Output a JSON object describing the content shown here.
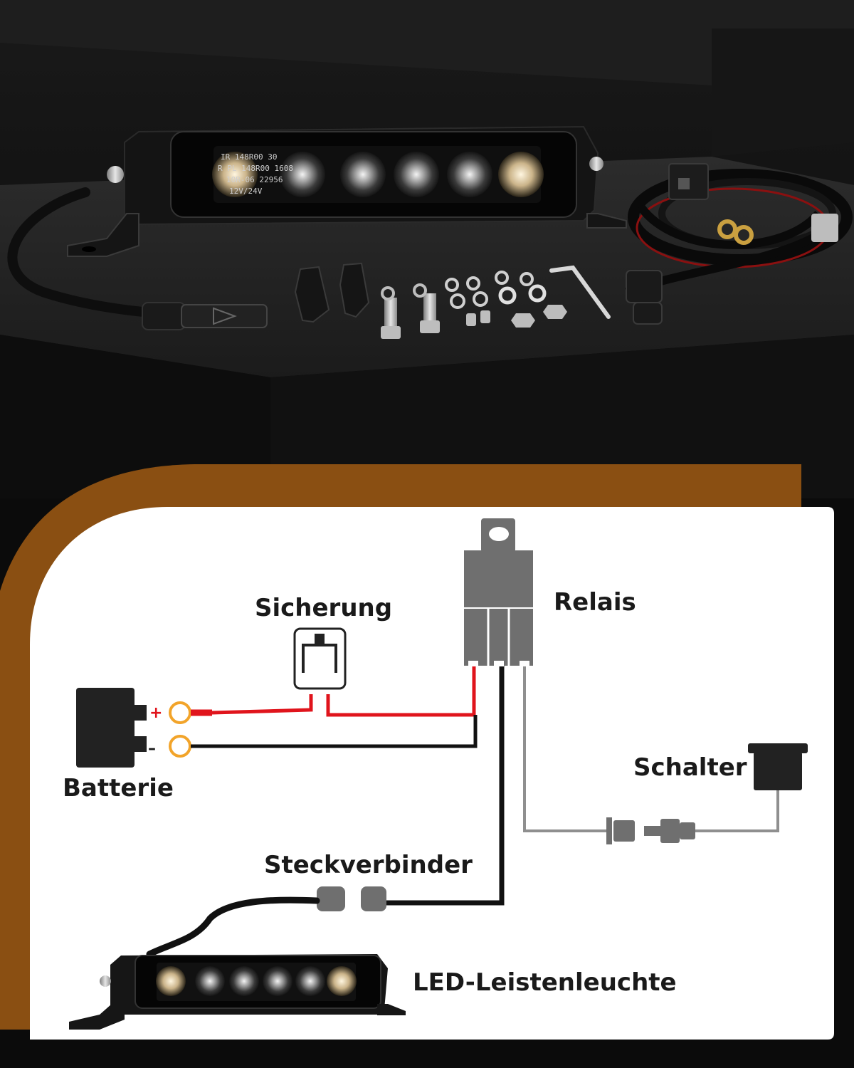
{
  "labels": {
    "fuse": "Sicherung",
    "relay": "Relais",
    "battery": "Batterie",
    "switch": "Schalter",
    "connector": "Steckverbinder",
    "lightbar": "LED-Leistenleuchte",
    "plus": "+",
    "minus": "–"
  },
  "lens_markings": {
    "line1": "IR 148R00   30",
    "line2": "R  PL 148R00   1608",
    "line3": "10R-06    22956",
    "line4": "12V/24V"
  },
  "colors": {
    "background": "#0b0b0b",
    "accent_brown": "#8a4f12",
    "panel": "#ffffff",
    "positive_wire": "#e0141c",
    "negative_wire": "#111111",
    "switch_wire": "#8f8f8f",
    "terminal_ring": "#f2a42a",
    "component_gray": "#6f6f6f"
  },
  "icons": {
    "battery": "battery-icon",
    "fuse": "fuse-icon",
    "relay": "relay-icon",
    "switch": "rocker-switch-icon",
    "connector": "plug-connector-icon",
    "lightbar": "led-light-bar-icon"
  }
}
